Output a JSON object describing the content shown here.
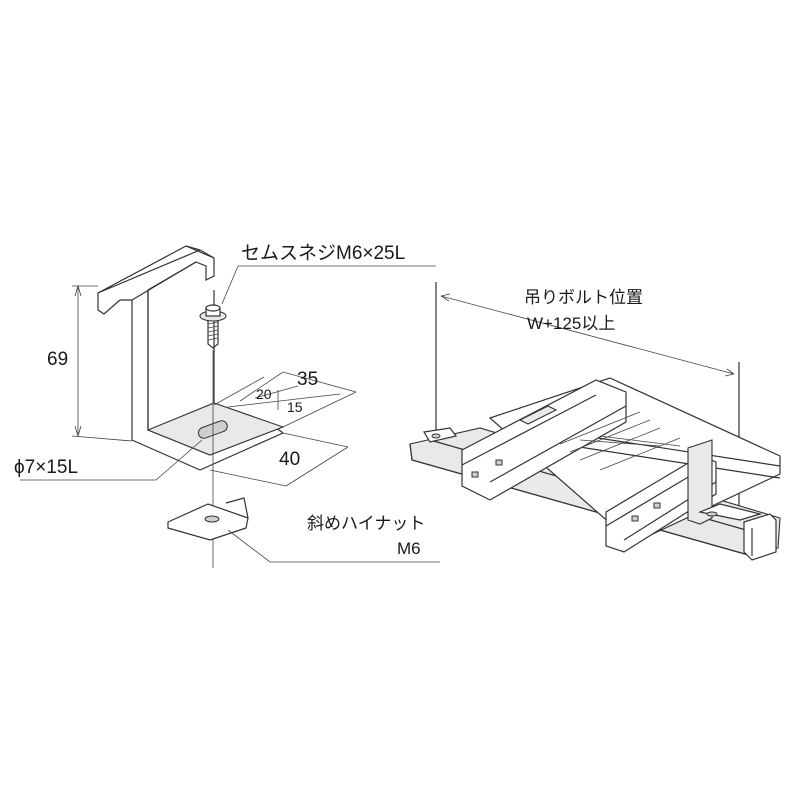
{
  "labels": {
    "screw": "セムスネジM6×25L",
    "dim_69": "69",
    "dim_35": "35",
    "dim_20": "20",
    "dim_15": "15",
    "dim_40": "40",
    "hole": "ϕ7×15L",
    "nut_line1": "斜めハイナット",
    "nut_line2": "M6",
    "bolt_line1": "吊りボルト位置",
    "bolt_line2": "W+125以上"
  }
}
